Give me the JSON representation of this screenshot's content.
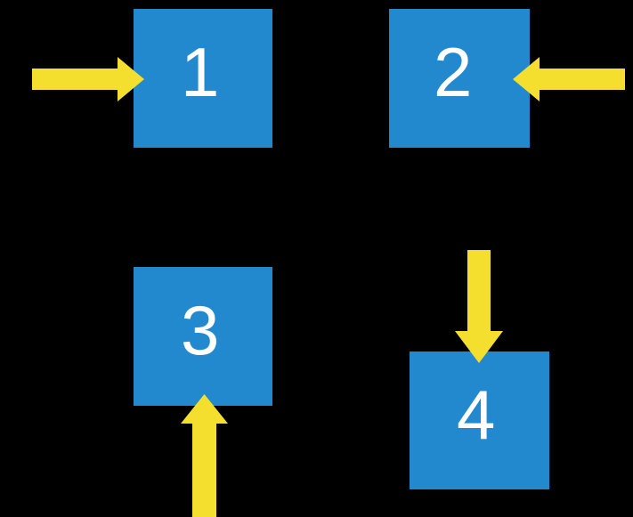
{
  "diagram": {
    "title": "four-boxes-with-arrows",
    "background_color": "#000000",
    "box_color": "#2389ce",
    "arrow_color": "#f5df2e",
    "label_color": "#ffffff",
    "boxes": [
      {
        "id": "box-1",
        "label": "1"
      },
      {
        "id": "box-2",
        "label": "2"
      },
      {
        "id": "box-3",
        "label": "3"
      },
      {
        "id": "box-4",
        "label": "4"
      }
    ],
    "arrows": [
      {
        "id": "arrow-into-1",
        "direction": "right",
        "target": "1"
      },
      {
        "id": "arrow-into-2",
        "direction": "left",
        "target": "2"
      },
      {
        "id": "arrow-into-3",
        "direction": "up",
        "target": "3"
      },
      {
        "id": "arrow-into-4",
        "direction": "down",
        "target": "4"
      }
    ]
  }
}
